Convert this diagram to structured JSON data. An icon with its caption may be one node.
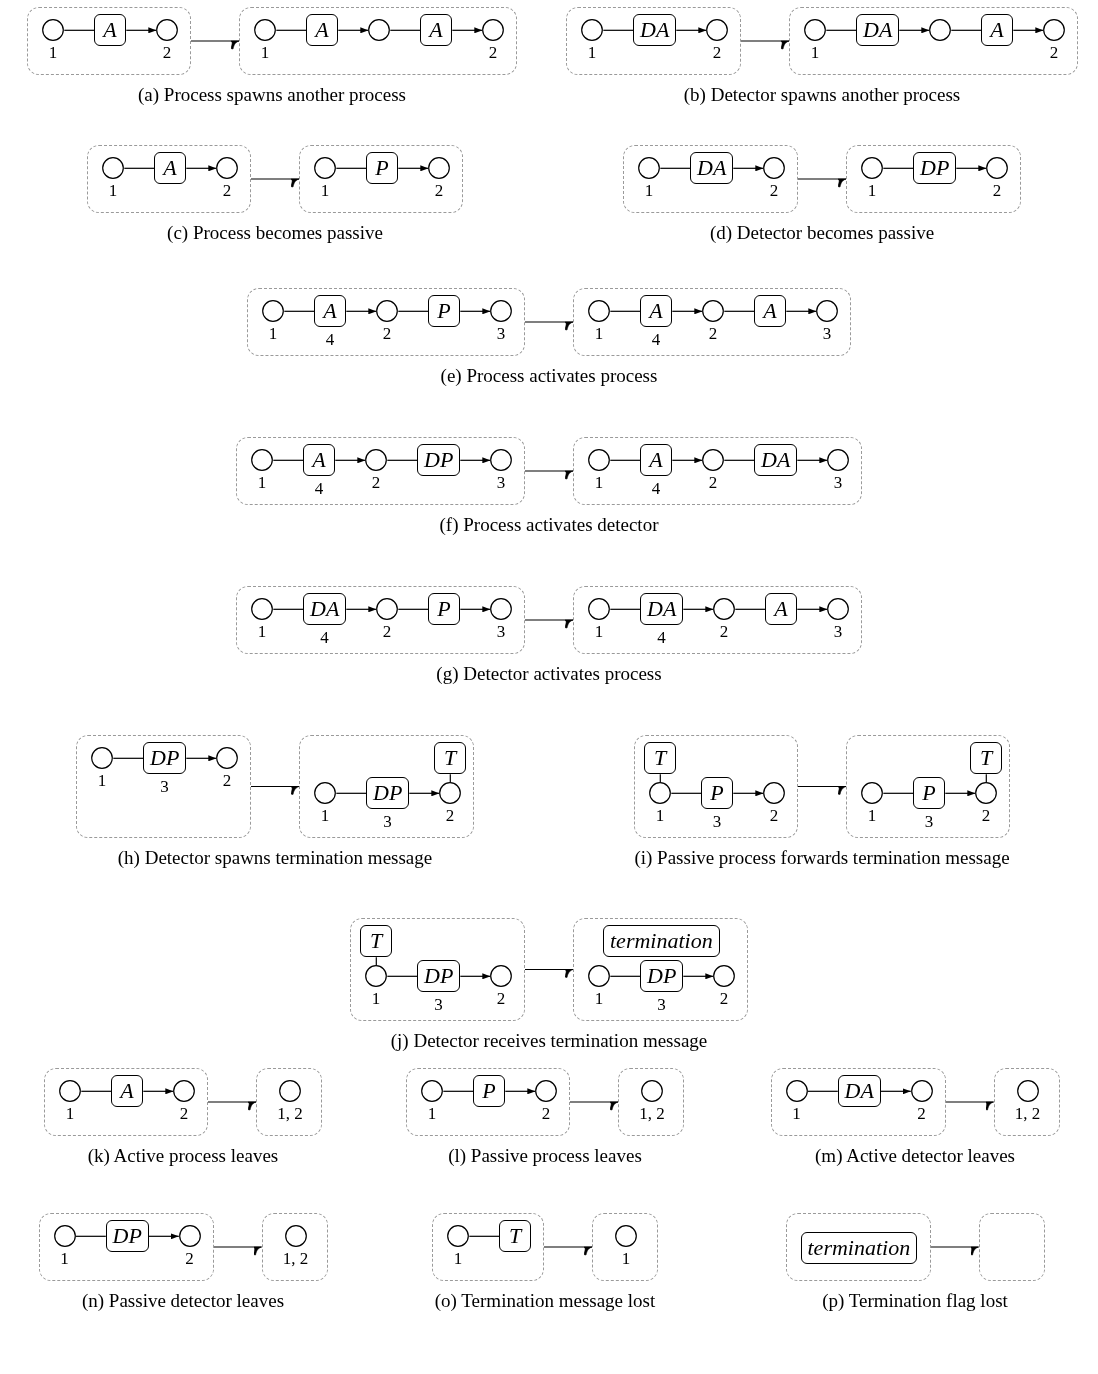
{
  "diagram": {
    "nodes": [
      {
        "text": [],
        "shape": "box"
      },
      {
        "text": [],
        "shape": "circle",
        "in": 0,
        "beside": [
          "1"
        ]
      },
      {
        "text": [
          "A"
        ],
        "in": 0
      },
      {
        "text": [],
        "shape": "circle",
        "in": 0,
        "beside": [
          "2"
        ]
      },
      {
        "text": [],
        "shape": "box"
      },
      {
        "text": [],
        "shape": "circle",
        "in": 4,
        "beside": [
          "1"
        ]
      },
      {
        "text": [
          "A"
        ],
        "in": 4
      },
      {
        "text": [],
        "shape": "circle",
        "in": 4
      },
      {
        "text": [
          "A"
        ],
        "in": 4
      },
      {
        "text": [],
        "shape": "circle",
        "in": 4,
        "beside": [
          "2"
        ]
      },
      {
        "text": [],
        "shape": "box"
      },
      {
        "text": [],
        "shape": "circle",
        "in": 10,
        "beside": [
          "1"
        ]
      },
      {
        "text": [
          "DA"
        ],
        "in": 10
      },
      {
        "text": [],
        "shape": "circle",
        "in": 10,
        "beside": [
          "2"
        ]
      },
      {
        "text": [],
        "shape": "box"
      },
      {
        "text": [],
        "shape": "circle",
        "in": 14,
        "beside": [
          "1"
        ]
      },
      {
        "text": [
          "DA"
        ],
        "in": 14
      },
      {
        "text": [],
        "shape": "circle",
        "in": 14
      },
      {
        "text": [
          "A"
        ],
        "in": 14
      },
      {
        "text": [],
        "shape": "circle",
        "in": 14,
        "beside": [
          "2"
        ]
      },
      {
        "text": [],
        "shape": "box"
      },
      {
        "text": [],
        "shape": "circle",
        "in": 20,
        "beside": [
          "1"
        ]
      },
      {
        "text": [
          "A"
        ],
        "in": 20
      },
      {
        "text": [],
        "shape": "circle",
        "in": 20,
        "beside": [
          "2"
        ]
      },
      {
        "text": [],
        "shape": "box"
      },
      {
        "text": [],
        "shape": "circle",
        "in": 24,
        "beside": [
          "1"
        ]
      },
      {
        "text": [
          "P"
        ],
        "in": 24
      },
      {
        "text": [],
        "shape": "circle",
        "in": 24,
        "beside": [
          "2"
        ]
      },
      {
        "text": [],
        "shape": "box"
      },
      {
        "text": [],
        "shape": "circle",
        "in": 28,
        "beside": [
          "1"
        ]
      },
      {
        "text": [
          "DA"
        ],
        "in": 28
      },
      {
        "text": [],
        "shape": "circle",
        "in": 28,
        "beside": [
          "2"
        ]
      },
      {
        "text": [],
        "shape": "box"
      },
      {
        "text": [],
        "shape": "circle",
        "in": 32,
        "beside": [
          "1"
        ]
      },
      {
        "text": [
          "DP"
        ],
        "in": 32
      },
      {
        "text": [],
        "shape": "circle",
        "in": 32,
        "beside": [
          "2"
        ]
      },
      {
        "text": [],
        "shape": "box"
      },
      {
        "text": [],
        "shape": "circle",
        "in": 36,
        "beside": [
          "1"
        ]
      },
      {
        "text": [
          "A"
        ],
        "in": 36,
        "beside": [
          "4"
        ]
      },
      {
        "text": [],
        "shape": "circle",
        "in": 36,
        "beside": [
          "2"
        ]
      },
      {
        "text": [
          "P"
        ],
        "in": 36
      },
      {
        "text": [],
        "shape": "circle",
        "in": 36,
        "beside": [
          "3"
        ]
      },
      {
        "text": [],
        "shape": "box"
      },
      {
        "text": [],
        "shape": "circle",
        "in": 42,
        "beside": [
          "1"
        ]
      },
      {
        "text": [
          "A"
        ],
        "in": 42,
        "beside": [
          "4"
        ]
      },
      {
        "text": [],
        "shape": "circle",
        "in": 42,
        "beside": [
          "2"
        ]
      },
      {
        "text": [
          "A"
        ],
        "in": 42
      },
      {
        "text": [],
        "shape": "circle",
        "in": 42,
        "beside": [
          "3"
        ]
      },
      {
        "text": [],
        "shape": "box"
      },
      {
        "text": [],
        "shape": "circle",
        "in": 48,
        "beside": [
          "1"
        ]
      },
      {
        "text": [
          "A"
        ],
        "in": 48,
        "beside": [
          "4"
        ]
      },
      {
        "text": [],
        "shape": "circle",
        "in": 48,
        "beside": [
          "2"
        ]
      },
      {
        "text": [
          "DP"
        ],
        "in": 48
      },
      {
        "text": [],
        "shape": "circle",
        "in": 48,
        "beside": [
          "3"
        ]
      },
      {
        "text": [],
        "shape": "box"
      },
      {
        "text": [],
        "shape": "circle",
        "in": 54,
        "beside": [
          "1"
        ]
      },
      {
        "text": [
          "A"
        ],
        "in": 54,
        "beside": [
          "4"
        ]
      },
      {
        "text": [],
        "shape": "circle",
        "in": 54,
        "beside": [
          "2"
        ]
      },
      {
        "text": [
          "DA"
        ],
        "in": 54
      },
      {
        "text": [],
        "shape": "circle",
        "in": 54,
        "beside": [
          "3"
        ]
      },
      {
        "text": [],
        "shape": "box"
      },
      {
        "text": [],
        "shape": "circle",
        "in": 60,
        "beside": [
          "1"
        ]
      },
      {
        "text": [
          "DA"
        ],
        "in": 60,
        "beside": [
          "4"
        ]
      },
      {
        "text": [],
        "shape": "circle",
        "in": 60,
        "beside": [
          "2"
        ]
      },
      {
        "text": [
          "P"
        ],
        "in": 60
      },
      {
        "text": [],
        "shape": "circle",
        "in": 60,
        "beside": [
          "3"
        ]
      },
      {
        "text": [],
        "shape": "box"
      },
      {
        "text": [],
        "shape": "circle",
        "in": 66,
        "beside": [
          "1"
        ]
      },
      {
        "text": [
          "DA"
        ],
        "in": 66,
        "beside": [
          "4"
        ]
      },
      {
        "text": [],
        "shape": "circle",
        "in": 66,
        "beside": [
          "2"
        ]
      },
      {
        "text": [
          "A"
        ],
        "in": 66
      },
      {
        "text": [],
        "shape": "circle",
        "in": 66,
        "beside": [
          "3"
        ]
      },
      {
        "text": [],
        "shape": "box"
      },
      {
        "text": [],
        "shape": "circle",
        "in": 72,
        "beside": [
          "1"
        ]
      },
      {
        "text": [
          "DP"
        ],
        "in": 72,
        "beside": [
          "3"
        ]
      },
      {
        "text": [],
        "shape": "circle",
        "in": 72,
        "beside": [
          "2"
        ]
      },
      {
        "text": [],
        "shape": "box"
      },
      {
        "text": [],
        "shape": "circle",
        "in": 76,
        "beside": [
          "1"
        ]
      },
      {
        "text": [
          "DP"
        ],
        "in": 76,
        "beside": [
          "3"
        ]
      },
      {
        "text": [],
        "shape": "circle",
        "in": 76,
        "beside": [
          "2"
        ]
      },
      {
        "text": [
          "T"
        ],
        "in": 76
      },
      {
        "text": [],
        "shape": "box"
      },
      {
        "text": [
          "T"
        ],
        "in": 81
      },
      {
        "text": [],
        "shape": "circle",
        "in": 81,
        "beside": [
          "1"
        ]
      },
      {
        "text": [
          "P"
        ],
        "in": 81,
        "beside": [
          "3"
        ]
      },
      {
        "text": [],
        "shape": "circle",
        "in": 81,
        "beside": [
          "2"
        ]
      },
      {
        "text": [],
        "shape": "box"
      },
      {
        "text": [],
        "shape": "circle",
        "in": 86,
        "beside": [
          "1"
        ]
      },
      {
        "text": [
          "P"
        ],
        "in": 86,
        "beside": [
          "3"
        ]
      },
      {
        "text": [],
        "shape": "circle",
        "in": 86,
        "beside": [
          "2"
        ]
      },
      {
        "text": [
          "T"
        ],
        "in": 86
      },
      {
        "text": [],
        "shape": "box"
      },
      {
        "text": [
          "T"
        ],
        "in": 91
      },
      {
        "text": [],
        "shape": "circle",
        "in": 91,
        "beside": [
          "1"
        ]
      },
      {
        "text": [
          "DP"
        ],
        "in": 91,
        "beside": [
          "3"
        ]
      },
      {
        "text": [],
        "shape": "circle",
        "in": 91,
        "beside": [
          "2"
        ]
      },
      {
        "text": [],
        "shape": "box"
      },
      {
        "text": [
          "termination"
        ],
        "in": 96
      },
      {
        "text": [],
        "shape": "circle",
        "in": 96,
        "beside": [
          "1"
        ]
      },
      {
        "text": [
          "DP"
        ],
        "in": 96,
        "beside": [
          "3"
        ]
      },
      {
        "text": [],
        "shape": "circle",
        "in": 96,
        "beside": [
          "2"
        ]
      },
      {
        "text": [],
        "shape": "box"
      },
      {
        "text": [],
        "shape": "circle",
        "in": 101,
        "beside": [
          "1"
        ]
      },
      {
        "text": [
          "A"
        ],
        "in": 101
      },
      {
        "text": [],
        "shape": "circle",
        "in": 101,
        "beside": [
          "2"
        ]
      },
      {
        "text": [],
        "shape": "box"
      },
      {
        "text": [],
        "shape": "circle",
        "in": 105,
        "beside": [
          "1, 2"
        ]
      },
      {
        "text": [],
        "shape": "box"
      },
      {
        "text": [],
        "shape": "circle",
        "in": 107,
        "beside": [
          "1"
        ]
      },
      {
        "text": [
          "P"
        ],
        "in": 107
      },
      {
        "text": [],
        "shape": "circle",
        "in": 107,
        "beside": [
          "2"
        ]
      },
      {
        "text": [],
        "shape": "box"
      },
      {
        "text": [],
        "shape": "circle",
        "in": 111,
        "beside": [
          "1, 2"
        ]
      },
      {
        "text": [],
        "shape": "box"
      },
      {
        "text": [],
        "shape": "circle",
        "in": 113,
        "beside": [
          "1"
        ]
      },
      {
        "text": [
          "DA"
        ],
        "in": 113
      },
      {
        "text": [],
        "shape": "circle",
        "in": 113,
        "beside": [
          "2"
        ]
      },
      {
        "text": [],
        "shape": "box"
      },
      {
        "text": [],
        "shape": "circle",
        "in": 117,
        "beside": [
          "1, 2"
        ]
      },
      {
        "text": [],
        "shape": "box"
      },
      {
        "text": [],
        "shape": "circle",
        "in": 119,
        "beside": [
          "1"
        ]
      },
      {
        "text": [
          "DP"
        ],
        "in": 119
      },
      {
        "text": [],
        "shape": "circle",
        "in": 119,
        "beside": [
          "2"
        ]
      },
      {
        "text": [],
        "shape": "box"
      },
      {
        "text": [],
        "shape": "circle",
        "in": 123,
        "beside": [
          "1, 2"
        ]
      },
      {
        "text": [],
        "shape": "box"
      },
      {
        "text": [],
        "shape": "circle",
        "in": 125,
        "beside": [
          "1"
        ]
      },
      {
        "text": [
          "T"
        ],
        "in": 125
      },
      {
        "text": [],
        "shape": "box"
      },
      {
        "text": [],
        "shape": "circle",
        "in": 128,
        "beside": [
          "1"
        ]
      },
      {
        "text": [],
        "shape": "box"
      },
      {
        "text": [
          "termination"
        ],
        "in": 130
      },
      {
        "text": [],
        "shape": "box"
      }
    ],
    "edges": [
      {
        "from": 1,
        "to": 2,
        "arrow": "none"
      },
      {
        "from": 2,
        "to": 3,
        "arrow": "to"
      },
      {
        "from": 5,
        "to": 6,
        "arrow": "none"
      },
      {
        "from": 6,
        "to": 7,
        "arrow": "to"
      },
      {
        "from": 7,
        "to": 8,
        "arrow": "none"
      },
      {
        "from": 8,
        "to": 9,
        "arrow": "to"
      },
      {
        "from": 0,
        "to": 4,
        "arrow": "to"
      },
      {
        "from": 11,
        "to": 12,
        "arrow": "none"
      },
      {
        "from": 12,
        "to": 13,
        "arrow": "to"
      },
      {
        "from": 15,
        "to": 16,
        "arrow": "none"
      },
      {
        "from": 16,
        "to": 17,
        "arrow": "to"
      },
      {
        "from": 17,
        "to": 18,
        "arrow": "none"
      },
      {
        "from": 18,
        "to": 19,
        "arrow": "to"
      },
      {
        "from": 10,
        "to": 14,
        "arrow": "to"
      },
      {
        "from": 21,
        "to": 22,
        "arrow": "none"
      },
      {
        "from": 22,
        "to": 23,
        "arrow": "to"
      },
      {
        "from": 25,
        "to": 26,
        "arrow": "none"
      },
      {
        "from": 26,
        "to": 27,
        "arrow": "to"
      },
      {
        "from": 20,
        "to": 24,
        "arrow": "to"
      },
      {
        "from": 29,
        "to": 30,
        "arrow": "none"
      },
      {
        "from": 30,
        "to": 31,
        "arrow": "to"
      },
      {
        "from": 33,
        "to": 34,
        "arrow": "none"
      },
      {
        "from": 34,
        "to": 35,
        "arrow": "to"
      },
      {
        "from": 28,
        "to": 32,
        "arrow": "to"
      },
      {
        "from": 37,
        "to": 38,
        "arrow": "none"
      },
      {
        "from": 38,
        "to": 39,
        "arrow": "to"
      },
      {
        "from": 39,
        "to": 40,
        "arrow": "none"
      },
      {
        "from": 40,
        "to": 41,
        "arrow": "to"
      },
      {
        "from": 43,
        "to": 44,
        "arrow": "none"
      },
      {
        "from": 44,
        "to": 45,
        "arrow": "to"
      },
      {
        "from": 45,
        "to": 46,
        "arrow": "none"
      },
      {
        "from": 46,
        "to": 47,
        "arrow": "to"
      },
      {
        "from": 36,
        "to": 42,
        "arrow": "to"
      },
      {
        "from": 49,
        "to": 50,
        "arrow": "none"
      },
      {
        "from": 50,
        "to": 51,
        "arrow": "to"
      },
      {
        "from": 51,
        "to": 52,
        "arrow": "none"
      },
      {
        "from": 52,
        "to": 53,
        "arrow": "to"
      },
      {
        "from": 55,
        "to": 56,
        "arrow": "none"
      },
      {
        "from": 56,
        "to": 57,
        "arrow": "to"
      },
      {
        "from": 57,
        "to": 58,
        "arrow": "none"
      },
      {
        "from": 58,
        "to": 59,
        "arrow": "to"
      },
      {
        "from": 48,
        "to": 54,
        "arrow": "to"
      },
      {
        "from": 61,
        "to": 62,
        "arrow": "none"
      },
      {
        "from": 62,
        "to": 63,
        "arrow": "to"
      },
      {
        "from": 63,
        "to": 64,
        "arrow": "none"
      },
      {
        "from": 64,
        "to": 65,
        "arrow": "to"
      },
      {
        "from": 67,
        "to": 68,
        "arrow": "none"
      },
      {
        "from": 68,
        "to": 69,
        "arrow": "to"
      },
      {
        "from": 69,
        "to": 70,
        "arrow": "none"
      },
      {
        "from": 70,
        "to": 71,
        "arrow": "to"
      },
      {
        "from": 60,
        "to": 66,
        "arrow": "to"
      },
      {
        "from": 73,
        "to": 74,
        "arrow": "none"
      },
      {
        "from": 74,
        "to": 75,
        "arrow": "to"
      },
      {
        "from": 77,
        "to": 78,
        "arrow": "none"
      },
      {
        "from": 78,
        "to": 79,
        "arrow": "to"
      },
      {
        "from": 80,
        "to": 79,
        "arrow": "none"
      },
      {
        "from": 72,
        "to": 76,
        "arrow": "to"
      },
      {
        "from": 82,
        "to": 83,
        "arrow": "none"
      },
      {
        "from": 83,
        "to": 84,
        "arrow": "none"
      },
      {
        "from": 84,
        "to": 85,
        "arrow": "to"
      },
      {
        "from": 87,
        "to": 88,
        "arrow": "none"
      },
      {
        "from": 88,
        "to": 89,
        "arrow": "to"
      },
      {
        "from": 90,
        "to": 89,
        "arrow": "none"
      },
      {
        "from": 81,
        "to": 86,
        "arrow": "to"
      },
      {
        "from": 92,
        "to": 93,
        "arrow": "none"
      },
      {
        "from": 93,
        "to": 94,
        "arrow": "none"
      },
      {
        "from": 94,
        "to": 95,
        "arrow": "to"
      },
      {
        "from": 98,
        "to": 99,
        "arrow": "none"
      },
      {
        "from": 99,
        "to": 100,
        "arrow": "to"
      },
      {
        "from": 91,
        "to": 96,
        "arrow": "to"
      },
      {
        "from": 102,
        "to": 103,
        "arrow": "none"
      },
      {
        "from": 103,
        "to": 104,
        "arrow": "to"
      },
      {
        "from": 101,
        "to": 105,
        "arrow": "to"
      },
      {
        "from": 108,
        "to": 109,
        "arrow": "none"
      },
      {
        "from": 109,
        "to": 110,
        "arrow": "to"
      },
      {
        "from": 107,
        "to": 111,
        "arrow": "to"
      },
      {
        "from": 114,
        "to": 115,
        "arrow": "none"
      },
      {
        "from": 115,
        "to": 116,
        "arrow": "to"
      },
      {
        "from": 113,
        "to": 117,
        "arrow": "to"
      },
      {
        "from": 120,
        "to": 121,
        "arrow": "none"
      },
      {
        "from": 121,
        "to": 122,
        "arrow": "to"
      },
      {
        "from": 119,
        "to": 123,
        "arrow": "to"
      },
      {
        "from": 126,
        "to": 127,
        "arrow": "none"
      },
      {
        "from": 125,
        "to": 128,
        "arrow": "to"
      },
      {
        "from": 130,
        "to": 132,
        "arrow": "to"
      }
    ],
    "labels": [
      "(a) Process spawns another process",
      "(b) Detector spawns another process",
      "(c) Process becomes passive",
      "(d) Detector becomes passive",
      "(e) Process activates process",
      "(f) Process activates detector",
      "(g) Detector activates process",
      "(h) Detector spawns termination message",
      "(i) Passive process forwards termination message",
      "(j) Detector receives termination message",
      "(k) Active process leaves",
      "(l) Passive process leaves",
      "(m) Active detector leaves",
      "(n) Passive detector leaves",
      "(o) Termination message lost",
      "(p) Termination flag lost"
    ]
  }
}
